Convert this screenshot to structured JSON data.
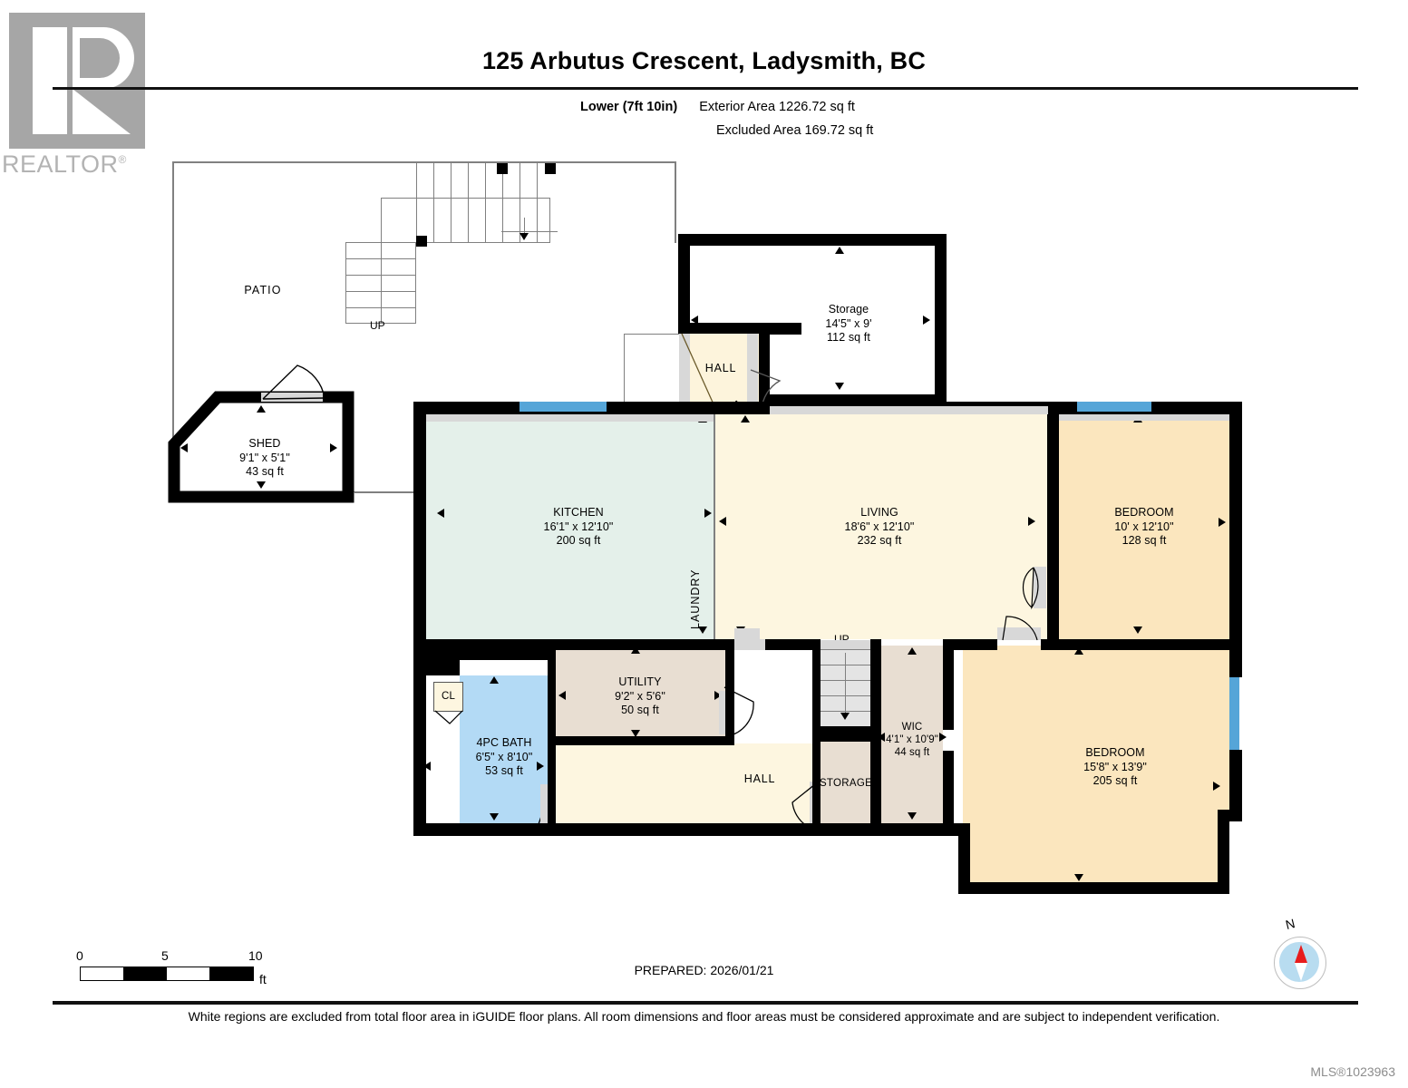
{
  "branding": {
    "logo_icon": "realtor-r-logo-icon",
    "logo_word": "REALTOR",
    "logo_registered": "®"
  },
  "header": {
    "title": "125 Arbutus Crescent, Ladysmith, BC",
    "level_label": "Lower (7ft 10in)",
    "exterior_area": "Exterior Area 1226.72 sq ft",
    "excluded_area": "Excluded Area 169.72 sq ft"
  },
  "plan": {
    "outdoor": {
      "patio_label": "PATIO",
      "stairs_up_label": "UP",
      "shed": {
        "name": "SHED",
        "dims": "9'1\" x 5'1\"",
        "area": "43 sq ft"
      }
    },
    "rooms": [
      {
        "name": "Storage",
        "dims": "14'5\" x 9'",
        "area": "112 sq ft",
        "fill": "#ffffff"
      },
      {
        "name": "HALL",
        "dims": "",
        "area": "",
        "fill": "#fdf4dc"
      },
      {
        "name": "KITCHEN",
        "dims": "16'1\" x 12'10\"",
        "area": "200 sq ft",
        "fill": "#e4f0ea"
      },
      {
        "name": "LIVING",
        "dims": "18'6\" x 12'10\"",
        "area": "232 sq ft",
        "fill": "#fdf6e0"
      },
      {
        "name": "BEDROOM",
        "dims": "10' x 12'10\"",
        "area": "128 sq ft",
        "fill": "#fbe6be"
      },
      {
        "name": "BEDROOM",
        "dims": "15'8\" x 13'9\"",
        "area": "205 sq ft",
        "fill": "#fbe6be"
      },
      {
        "name": "4PC BATH",
        "dims": "6'5\" x 8'10\"",
        "area": "53 sq ft",
        "fill": "#b3daf5"
      },
      {
        "name": "UTILITY",
        "dims": "9'2\" x 5'6\"",
        "area": "50 sq ft",
        "fill": "#e8ded2"
      },
      {
        "name": "WIC",
        "dims": "4'1\" x 10'9\"",
        "area": "44 sq ft",
        "fill": "#e8ded2"
      },
      {
        "name": "STORAGE",
        "dims": "",
        "area": "",
        "fill": "#e8ded2"
      },
      {
        "name": "HALL",
        "dims": "",
        "area": "",
        "fill": "#fdf6e0"
      },
      {
        "name": "CL",
        "dims": "",
        "area": "",
        "fill": "#fdf6e0"
      },
      {
        "name": "LAUNDRY",
        "dims": "",
        "area": "",
        "fill": "#e4f0ea"
      }
    ],
    "interior_stairs_label": "UP"
  },
  "footer": {
    "scale": {
      "zero": "0",
      "five": "5",
      "ten": "10",
      "unit": "ft"
    },
    "prepared": "PREPARED: 2026/01/21",
    "disclaimer": "White regions are excluded from total floor area in iGUIDE floor plans. All room dimensions and floor areas must be considered approximate and are subject to independent verification.",
    "mls": "MLS®1023963",
    "compass_north": "N"
  }
}
